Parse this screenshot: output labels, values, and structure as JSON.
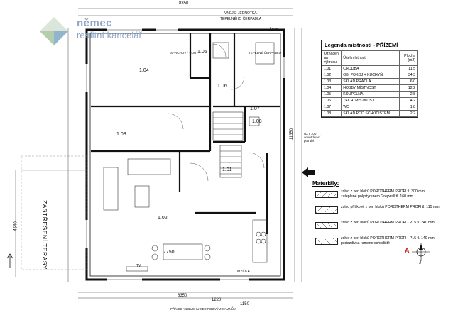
{
  "logo": {
    "line1": "němec",
    "line2": "realitní kancelář"
  },
  "legend": {
    "title": "Legenda místností - PŘÍZEMÍ",
    "headers": [
      "Označení na výkresu",
      "Účel místnosti",
      "Plocha (m2)"
    ],
    "rows": [
      {
        "id": "1.01",
        "name": "CHODBA",
        "area": "11,5"
      },
      {
        "id": "1.02",
        "name": "OB. POKOJ + KUCHYŇ",
        "area": "34,3"
      },
      {
        "id": "1.03",
        "name": "SKLAD PRÁDLA",
        "area": "6,0"
      },
      {
        "id": "1.04",
        "name": "HOBBY MÍSTNOST",
        "area": "12,2"
      },
      {
        "id": "1.05",
        "name": "KOUPELNA",
        "area": "2,8"
      },
      {
        "id": "1.06",
        "name": "TECH. MÍSTNOST",
        "area": "4,2"
      },
      {
        "id": "1.07",
        "name": "WC",
        "area": "1,8"
      },
      {
        "id": "1.08",
        "name": "SKLAD POD SCHODIŠTĚM",
        "area": "2,2"
      }
    ]
  },
  "materials": {
    "title": "Materiály:",
    "items": [
      {
        "text1": "zdivo z ker. bloků POROTHERM PROFI tl. 300 mm",
        "text2": "zateplené polystyrenem Greywall tl. 160 mm"
      },
      {
        "text1": "zdivo příčkové z ker. bloků POROTHERM PROFI tl. 115 mm",
        "text2": ""
      },
      {
        "text1": "zdivo z ker. bloků POROTHERM PROFI - P15 tl. 240 mm",
        "text2": ""
      },
      {
        "text1": "zdivo z ker. bloků POROTHERM PROFI - P15 tl. 140 mm",
        "text2": "podezdívka ramene schodiště"
      }
    ]
  },
  "rooms": {
    "r101": "1.01",
    "r102": "1.02",
    "r103": "1.03",
    "r104": "1.04",
    "r105": "1.05",
    "r106": "1.06",
    "r107": "1.07",
    "r108": "1.08"
  },
  "labels": {
    "top_dim": "8350",
    "bottom_dim": "8350",
    "right_dim": "11350",
    "left_dim": "4540",
    "terasy": "ZASTŘEŠENÍ TERASY",
    "stairs_note": "UZT 100 odvětrávací potrubí",
    "top_note1": "VNĚJŠÍ JEDNOTKA",
    "top_note2": "TEPELNÉHO ČERPADLA",
    "kanal": "kanal",
    "tv": "TV",
    "sprchovy_kout": "SPRCHOVÝ KOUT",
    "tepelne_cerpadlo": "TEPELNÉ ČERPADLO",
    "dim_7750": "7750",
    "dim_1220": "1220",
    "dim_1150": "1150",
    "bottom_note": "PŘÍVOD VZDUCHU KE KRBOVÝM KAMNŮM",
    "mycka": "MYČKA",
    "compass_a": "A",
    "compass_j": "J"
  }
}
